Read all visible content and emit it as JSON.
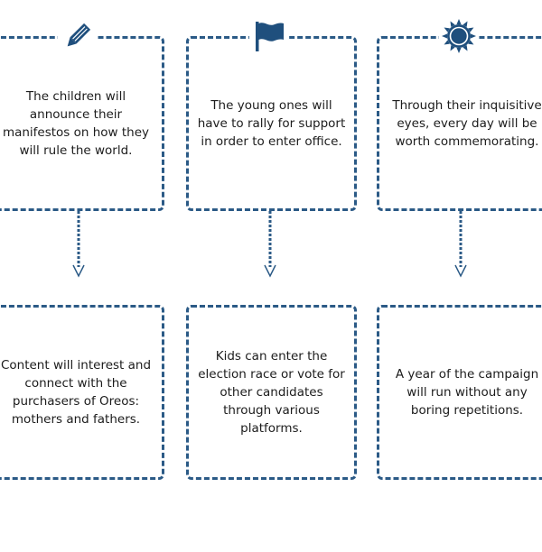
{
  "colors": {
    "accent": "#1f4f7d",
    "border": "#2b5a86",
    "text": "#1c1c1c"
  },
  "icons": [
    "pencil-icon",
    "flag-icon",
    "sun-icon"
  ],
  "top_row": [
    {
      "text": "The children will announce their manifestos on how they will rule the world."
    },
    {
      "text": "The young ones will have to rally for support in order to enter office."
    },
    {
      "text": "Through their inquisitive eyes, every day will be worth commemorating."
    }
  ],
  "bottom_row": [
    {
      "text": "Content will interest and connect with the purchasers of Oreos: mothers and fathers."
    },
    {
      "text": "Kids can enter the election race or vote for other candidates through various platforms."
    },
    {
      "text": "A year of the campaign will run without any boring repetitions."
    }
  ]
}
